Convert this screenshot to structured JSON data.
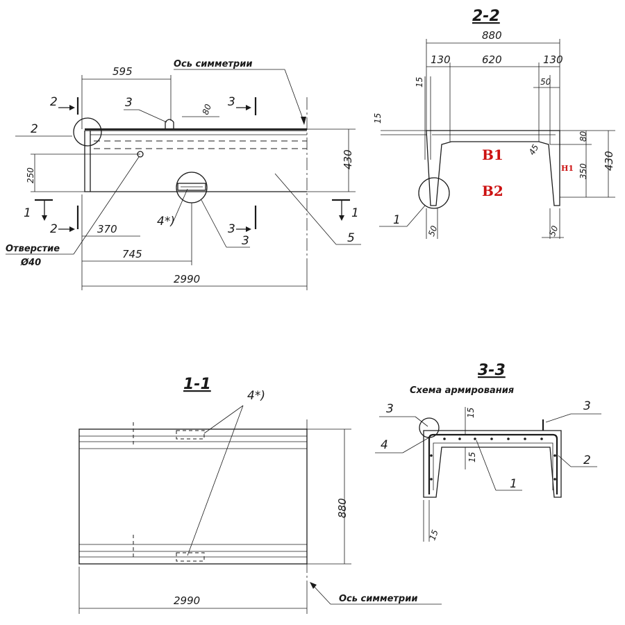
{
  "elevation": {
    "axis_label": "Ось симметрии",
    "hole_label": "Отверстие",
    "hole_dia": "Ø40",
    "dims": {
      "d595": "595",
      "d80": "80",
      "d250": "250",
      "d430": "430",
      "d370": "370",
      "d745": "745",
      "d2990": "2990"
    },
    "marks": {
      "m2": "2",
      "m3": "3",
      "m1": "1",
      "m5": "5",
      "m4": "4*)"
    },
    "sections": {
      "s1": "1",
      "s2": "2",
      "s3": "3"
    }
  },
  "section22": {
    "title": "2-2",
    "dims": {
      "d880": "880",
      "d130a": "130",
      "d620": "620",
      "d130b": "130",
      "d15a": "15",
      "d15b": "15",
      "d50top": "50",
      "d80": "80",
      "d45": "45",
      "d350": "350",
      "d430": "430",
      "d50a": "50",
      "d50b": "50"
    },
    "marks": {
      "m1": "1"
    },
    "red_labels": {
      "b1": "B1",
      "b2": "B2",
      "h1": "H1"
    }
  },
  "section11": {
    "title": "1-1",
    "mark": "4*)",
    "dims": {
      "d880": "880",
      "d2990": "2990"
    },
    "axis_label": "Ось симметрии"
  },
  "section33": {
    "title": "3-3",
    "subtitle": "Схема армирования",
    "dims": {
      "d15a": "15",
      "d15b": "15",
      "d15c": "15"
    },
    "marks": {
      "m3a": "3",
      "m3b": "3",
      "m4": "4",
      "m2": "2",
      "m1": "1"
    }
  }
}
